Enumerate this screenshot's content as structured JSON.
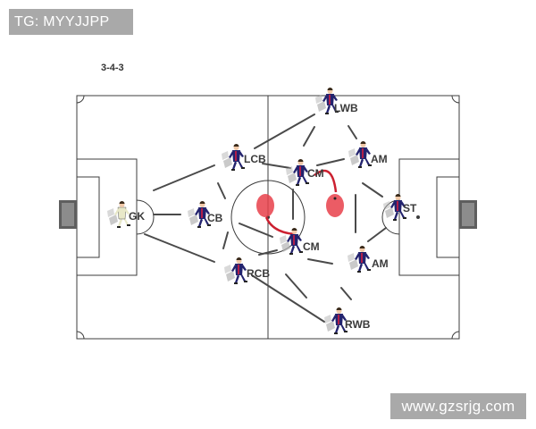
{
  "watermark_top": "TG: MYYJJPP",
  "watermark_bottom": "www.gzsrjg.com",
  "formation": "3-4-3",
  "colors": {
    "line": "#3c3c3c",
    "link": "#4a4a4a",
    "shirt": "#23236e",
    "shirt_accent": "#b01e4a",
    "keeper": "#e8e8c8",
    "highlight": "#e8404a",
    "run_arrow": "#cc2030",
    "goal_net": "#6a6a6a",
    "shadow": "#b4b4b4"
  },
  "players": [
    {
      "id": "gk",
      "label": "GK",
      "keeper": true
    },
    {
      "id": "cb",
      "label": "CB"
    },
    {
      "id": "lcb",
      "label": "LCB"
    },
    {
      "id": "rcb",
      "label": "RCB"
    },
    {
      "id": "lwb",
      "label": "LWB"
    },
    {
      "id": "rwb",
      "label": "RWB"
    },
    {
      "id": "cm1",
      "label": "CM"
    },
    {
      "id": "cm2",
      "label": "CM"
    },
    {
      "id": "am1",
      "label": "AM"
    },
    {
      "id": "am2",
      "label": "AM"
    },
    {
      "id": "st",
      "label": "ST"
    }
  ]
}
